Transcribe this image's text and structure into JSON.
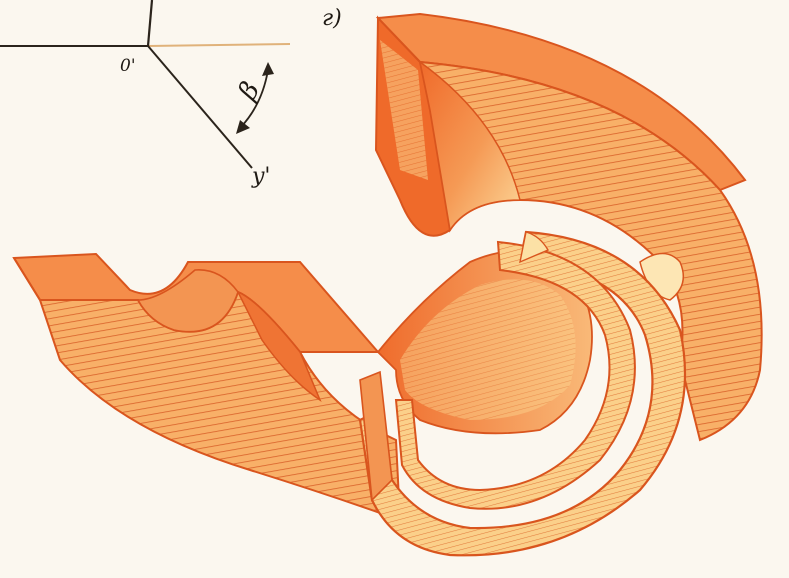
{
  "figure": {
    "panel_label": "г)",
    "axes": {
      "origin_label": "0'",
      "y_axis_label": "y'",
      "angle_label": "β"
    },
    "colors": {
      "paper": "#fbf7ef",
      "section_fill": "#f6a25a",
      "section_hatch": "#d9612a",
      "surface_light": "#fbd48b",
      "surface_dark": "#f07a3a",
      "outline": "#d9551e",
      "axis_line": "#2b241c",
      "x_axis_extension": "#e0b27a"
    }
  }
}
